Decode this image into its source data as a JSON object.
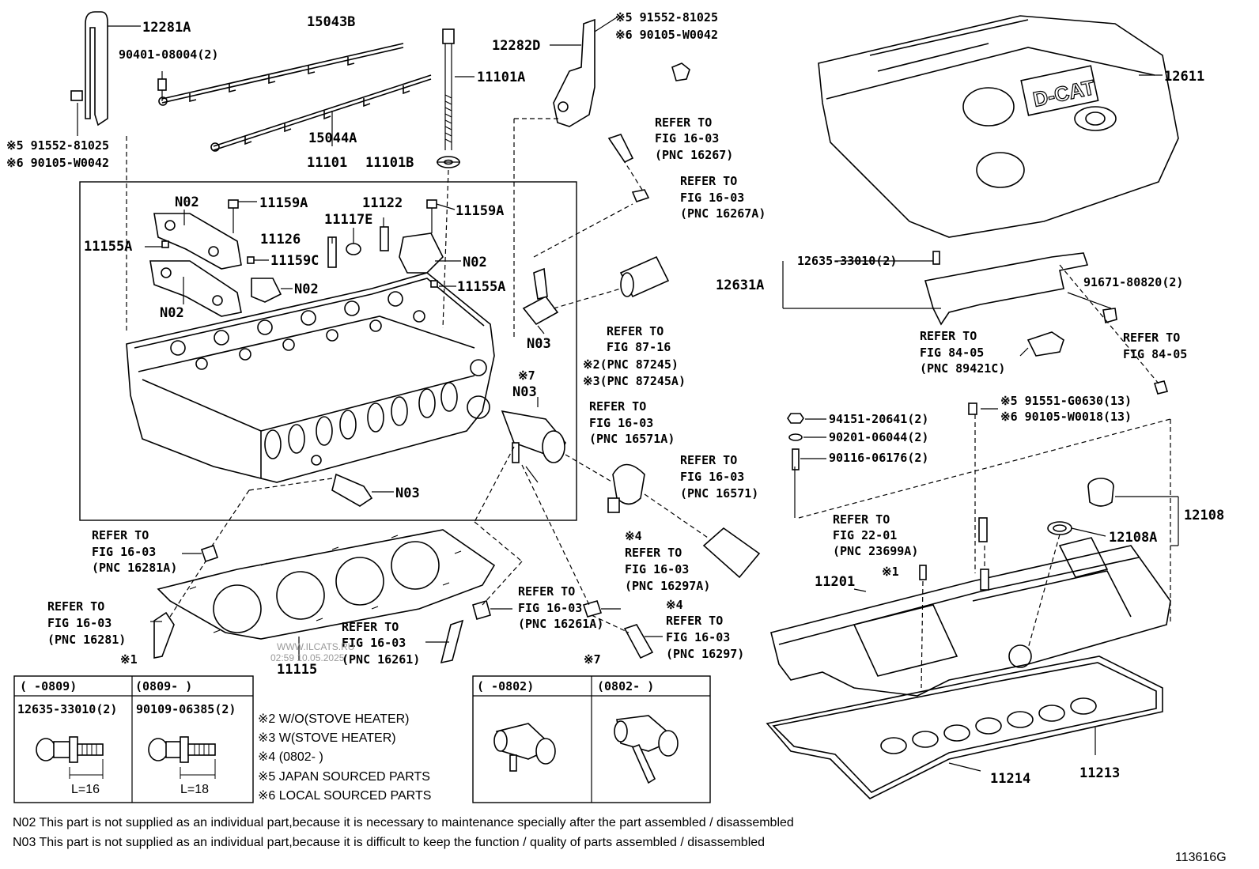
{
  "figure_id": "113616G",
  "watermark": "WWW.ILCATS.RU",
  "watermark_time": "02:59 10.05.2025",
  "labels": {
    "p12281A": "12281A",
    "p15043B": "15043B",
    "p90401": "90401-08004(2)",
    "p12282D": "12282D",
    "p91552_top": "※5 91552-81025",
    "p90105_top": "※6 90105-W0042",
    "p11101A": "11101A",
    "p15044A": "15044A",
    "p91552_left": "※5 91552-81025",
    "p90105_left": "※6 90105-W0042",
    "p11101": "11101",
    "p11101B": "11101B",
    "p12611": "12611",
    "p_n02_a": "N02",
    "p11159A_a": "11159A",
    "p11122": "11122",
    "p11159A_b": "11159A",
    "p11117E": "11117E",
    "p11126": "11126",
    "p11155A_a": "11155A",
    "p11159C": "11159C",
    "p_n02_b": "N02",
    "p_n02_c": "N02",
    "p11155A_b": "11155A",
    "p_n02_d": "N02",
    "p_n03_a": "N03",
    "p12635_top": "12635-33010(2)",
    "p12631A": "12631A",
    "p91671": "91671-80820(2)",
    "p_n03_b": "N03",
    "p_x7_a": "※7",
    "p_n03_c": "N03",
    "p91551": "※5 91551-G0630(13)",
    "p90105_r": "※6 90105-W0018(13)",
    "p94151": "94151-20641(2)",
    "p90201": "90201-06044(2)",
    "p90116": "90116-06176(2)",
    "p12108": "12108",
    "p12108A": "12108A",
    "p11201": "11201",
    "p_x1_r": "※1",
    "p11115": "11115",
    "p_x1_l": "※1",
    "p_x7_b": "※7",
    "p11214": "11214",
    "p11213": "11213"
  },
  "refs": {
    "r16267": [
      "REFER TO",
      "FIG 16-03",
      "(PNC 16267)"
    ],
    "r16267A": [
      "REFER TO",
      "FIG 16-03",
      "(PNC 16267A)"
    ],
    "r8716": [
      "REFER TO",
      "FIG 87-16",
      "※2(PNC 87245)",
      "※3(PNC 87245A)"
    ],
    "r84_05a": [
      "REFER TO",
      "FIG 84-05",
      "(PNC 89421C)"
    ],
    "r84_05b": [
      "REFER TO",
      "FIG 84-05"
    ],
    "r16571A": [
      "REFER TO",
      "FIG 16-03",
      "(PNC 16571A)"
    ],
    "r16571": [
      "REFER TO",
      "FIG 16-03",
      "(PNC 16571)"
    ],
    "r23699A": [
      "REFER TO",
      "FIG 22-01",
      "(PNC 23699A)"
    ],
    "r16281A": [
      "REFER TO",
      "FIG 16-03",
      "(PNC 16281A)"
    ],
    "r16297A": [
      "※4",
      "REFER TO",
      "FIG 16-03",
      "(PNC 16297A)"
    ],
    "r16281": [
      "REFER TO",
      "FIG 16-03",
      "(PNC 16281)"
    ],
    "r16261A": [
      "REFER TO",
      "FIG 16-03",
      "(PNC 16261A)"
    ],
    "r16261": [
      "REFER TO",
      "FIG 16-03",
      "(PNC 16261)"
    ],
    "r16297": [
      "※4",
      "REFER TO",
      "FIG 16-03",
      "(PNC 16297)"
    ]
  },
  "table1": {
    "col1_header": "(      -0809)",
    "col2_header": "(0809-      )",
    "col1_part": "12635-33010(2)",
    "col2_part": "90109-06385(2)",
    "col1_dim": "L=16",
    "col2_dim": "L=18"
  },
  "table2": {
    "col1_header": "(      -0802)",
    "col2_header": "(0802-      )"
  },
  "legend": [
    "※2 W/O(STOVE HEATER)",
    "※3 W(STOVE HEATER)",
    "※4 (0802-       )",
    "※5 JAPAN SOURCED PARTS",
    "※6 LOCAL SOURCED PARTS"
  ],
  "footnotes": [
    "N02 This part is not supplied as an individual part,because it is necessary to maintenance specially after the part assembled / disassembled",
    "N03 This part is not supplied as an individual part,because it is difficult to keep the function / quality of parts assembled / disassembled"
  ],
  "logo_text": "D-CAT"
}
